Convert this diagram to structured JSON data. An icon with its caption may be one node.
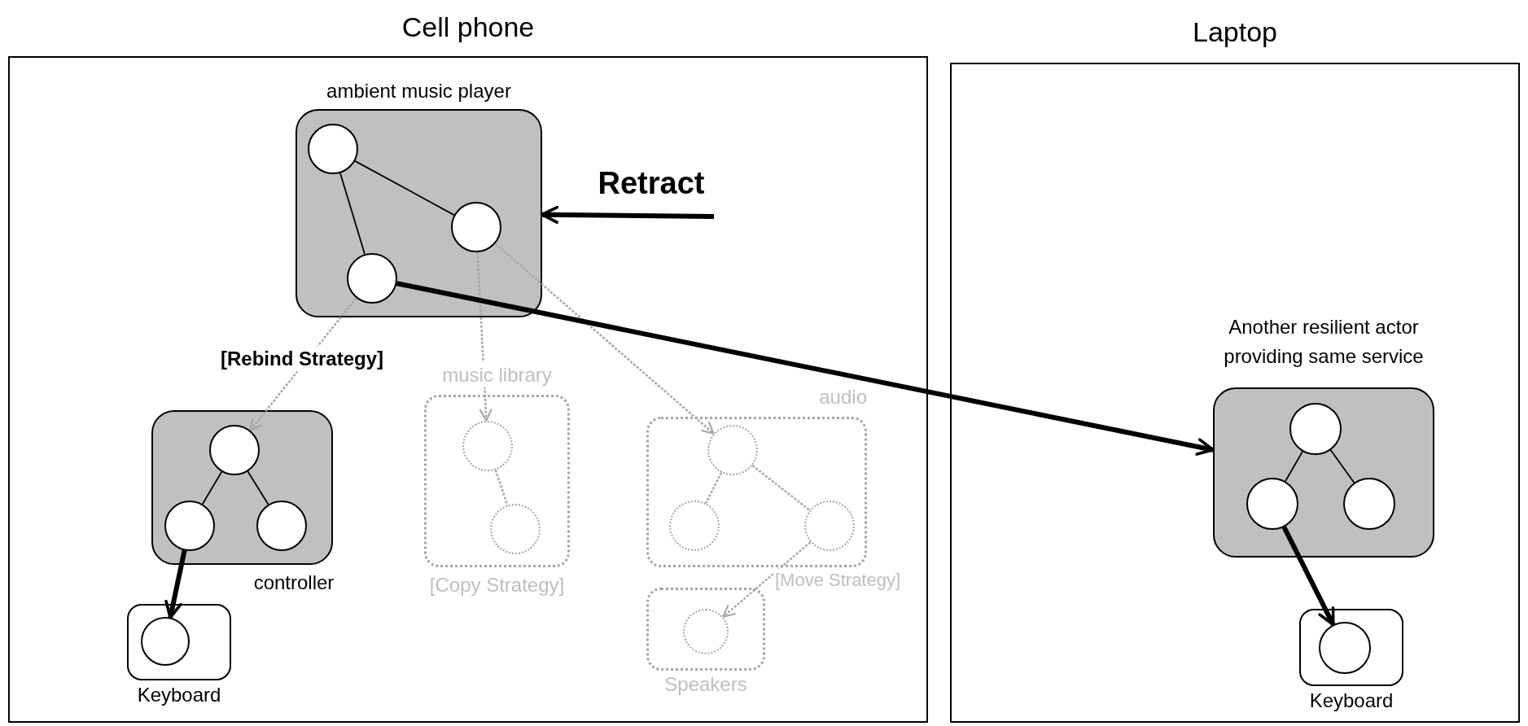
{
  "diagram": {
    "nodes": [
      {
        "text": [
          "Cell phone"
        ]
      },
      {
        "text": [
          "ambient music player"
        ],
        "in": 0
      },
      {
        "text": [],
        "shape": "circle",
        "in": 1
      },
      {
        "text": [],
        "shape": "circle",
        "in": 1
      },
      {
        "text": [],
        "shape": "circle",
        "in": 1
      },
      {
        "text": [
          "controller"
        ],
        "in": 0
      },
      {
        "text": [],
        "shape": "circle",
        "in": 5
      },
      {
        "text": [],
        "shape": "circle",
        "in": 5
      },
      {
        "text": [],
        "shape": "circle",
        "in": 5
      },
      {
        "text": [
          "music library"
        ],
        "beside": [
          "[Copy Strategy]"
        ],
        "in": 0
      },
      {
        "text": [],
        "shape": "circle",
        "in": 9
      },
      {
        "text": [],
        "shape": "circle",
        "in": 9
      },
      {
        "text": [
          "audio"
        ],
        "in": 0
      },
      {
        "text": [],
        "shape": "circle",
        "in": 12
      },
      {
        "text": [],
        "shape": "circle",
        "in": 12
      },
      {
        "text": [],
        "shape": "circle",
        "in": 12
      },
      {
        "text": [
          "Keyboard"
        ],
        "in": 0
      },
      {
        "text": [],
        "shape": "circle",
        "in": 16
      },
      {
        "text": [
          "Speakers"
        ],
        "in": 0
      },
      {
        "text": [],
        "shape": "circle",
        "in": 18
      },
      {
        "text": [
          "Laptop"
        ]
      },
      {
        "text": [
          "Another resilient actor providing same service"
        ],
        "in": 20
      },
      {
        "text": [],
        "shape": "circle",
        "in": 21
      },
      {
        "text": [],
        "shape": "circle",
        "in": 21
      },
      {
        "text": [],
        "shape": "circle",
        "in": 21
      },
      {
        "text": [
          "Keyboard"
        ],
        "in": 20
      },
      {
        "text": [],
        "shape": "circle",
        "in": 25
      }
    ],
    "edges": [
      {
        "from": 2,
        "to": 3,
        "arrow": "none"
      },
      {
        "from": 2,
        "to": 4,
        "arrow": "none"
      },
      {
        "from": null,
        "to": 1,
        "arrow": "to",
        "label": "Retract",
        "style": "thick"
      },
      {
        "from": 4,
        "to": 6,
        "arrow": "to",
        "label": "[Rebind Strategy]",
        "style": "dashed",
        "color": "#a6a6a6"
      },
      {
        "from": 3,
        "to": 10,
        "arrow": "to",
        "style": "dashed",
        "color": "#a6a6a6"
      },
      {
        "from": 3,
        "to": 13,
        "arrow": "to",
        "style": "dashed",
        "color": "#a6a6a6"
      },
      {
        "from": 4,
        "to": 21,
        "arrow": "to",
        "style": "thick"
      },
      {
        "from": 6,
        "to": 7,
        "arrow": "none"
      },
      {
        "from": 6,
        "to": 8,
        "arrow": "none"
      },
      {
        "from": 7,
        "to": 17,
        "arrow": "to",
        "style": "thick"
      },
      {
        "from": 10,
        "to": 11,
        "arrow": "none",
        "style": "dashed",
        "color": "#a6a6a6"
      },
      {
        "from": 13,
        "to": 14,
        "arrow": "none",
        "style": "dashed",
        "color": "#a6a6a6"
      },
      {
        "from": 13,
        "to": 15,
        "arrow": "none",
        "style": "dashed",
        "color": "#a6a6a6"
      },
      {
        "from": 15,
        "to": 19,
        "arrow": "to",
        "label": "[Move Strategy]",
        "style": "dashed",
        "color": "#a6a6a6"
      },
      {
        "from": 22,
        "to": 23,
        "arrow": "none"
      },
      {
        "from": 22,
        "to": 24,
        "arrow": "none"
      },
      {
        "from": 23,
        "to": 26,
        "arrow": "to",
        "style": "thick"
      }
    ]
  }
}
